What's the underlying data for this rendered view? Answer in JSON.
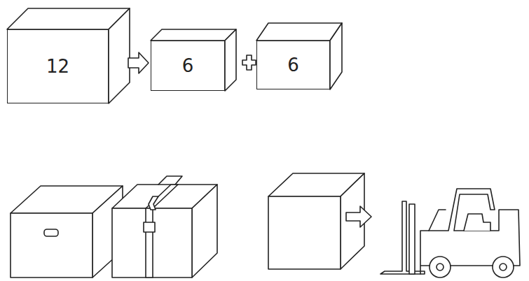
{
  "diagram": {
    "nodes": [
      {
        "text": [
          "12"
        ]
      },
      {
        "text": [
          "6"
        ]
      },
      {
        "text": [
          "6"
        ]
      }
    ],
    "edges": [
      {
        "from": 0,
        "to": 1,
        "arrow": "to"
      }
    ]
  }
}
